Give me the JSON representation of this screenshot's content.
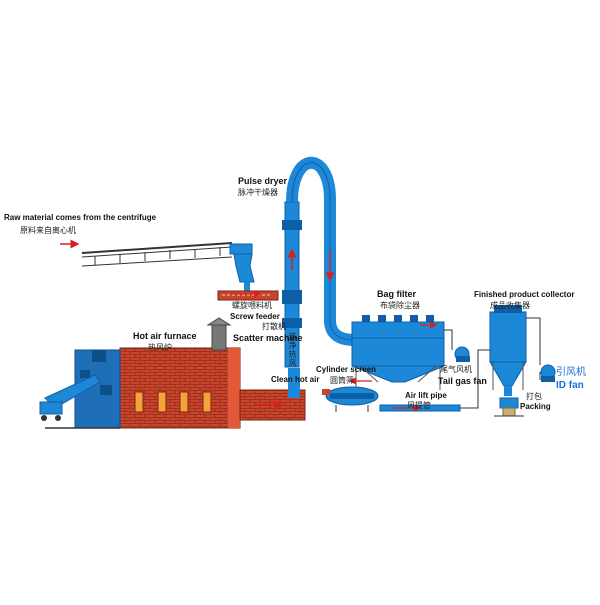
{
  "labels": {
    "raw_material_en": "Raw material comes from the centrifuge",
    "raw_material_zh": "原料来自离心机",
    "pulse_dryer_en": "Pulse dryer",
    "pulse_dryer_zh": "脉冲干燥器",
    "screw_feeder_zh": "螺旋喂料机",
    "screw_feeder_en": "Screw feeder",
    "scatter_zh": "打散机",
    "scatter_en": "Scatter  machine",
    "clean_hot_air_zh": "洁净热风",
    "clean_hot_air_en": "Clean hot air",
    "hot_air_furnace_en": "Hot air furnace",
    "hot_air_furnace_zh": "热风炉",
    "bag_filter_en": "Bag filter",
    "bag_filter_zh": "布袋除尘器",
    "cylinder_screen_en": "Cylinder screen",
    "cylinder_screen_zh": "圆筒筛",
    "air_lift_pipe_en": "Air lift pipe",
    "air_lift_pipe_zh": "风提管",
    "tail_gas_fan_zh": "尾气风机",
    "tail_gas_fan_en": "Tail gas fan",
    "finished_collector_en": "Finished product collector",
    "finished_collector_zh": "成品收集器",
    "id_fan_zh": "引风机",
    "id_fan_en": "ID fan",
    "packing_zh": "打包",
    "packing_en": "Packing"
  },
  "colors": {
    "equipment_blue": "#1e88d8",
    "equipment_dark": "#0d5fa8",
    "brick_red": "#c8442a",
    "flow_arrow": "#d42020",
    "support_grey": "#555555"
  }
}
